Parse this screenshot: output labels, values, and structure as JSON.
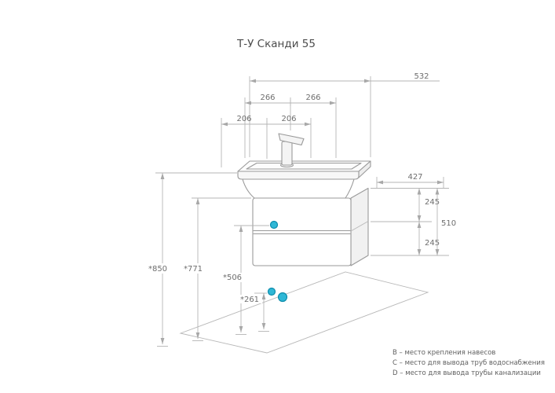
{
  "title": "Т-У Сканди 55",
  "dims": {
    "width_total": "532",
    "width_half_left": "266",
    "width_half_right": "266",
    "width_inner_left": "206",
    "width_inner_right": "206",
    "depth_top": "427",
    "drawer_upper": "245",
    "height_cabinet": "510",
    "drawer_lower": "245",
    "height_worktop": "*850",
    "height_under_basin": "*771",
    "height_brackets": "*506",
    "height_outlets": "*261"
  },
  "markers": {
    "fill": "#2fb7d6"
  },
  "legend": [
    "B – место крепления навесов",
    "C – место для вывода труб водоснабжения",
    "D – место для вывода трубы канализации"
  ]
}
